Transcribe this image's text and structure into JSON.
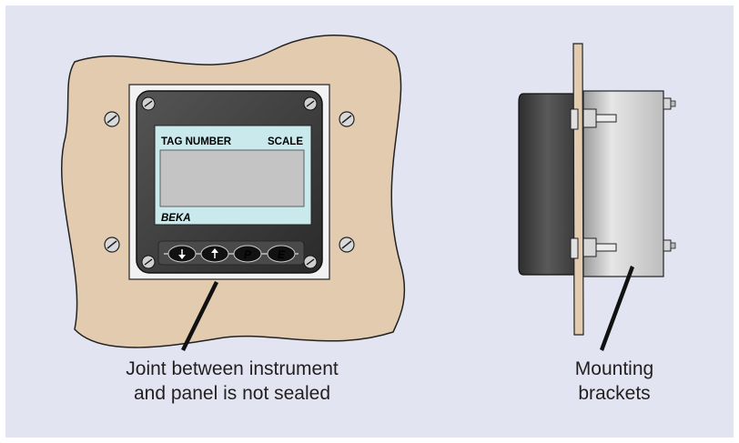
{
  "front_view": {
    "display": {
      "tag_label": "TAG NUMBER",
      "scale_label": "SCALE",
      "brand": "BEKA"
    },
    "buttons": [
      "down-arrow-icon",
      "up-arrow-icon",
      "P",
      "E"
    ],
    "caption": [
      "Joint between instrument",
      "and panel is not sealed"
    ]
  },
  "side_view": {
    "caption": [
      "Mounting",
      "brackets"
    ]
  },
  "colors": {
    "background": "#e3e4f1",
    "panel": "#e3cbb0",
    "housing": "#3f3f3f",
    "display": "#c9e9ec",
    "display_window": "#c4c4c4",
    "bracket": "#c8c8c8"
  }
}
